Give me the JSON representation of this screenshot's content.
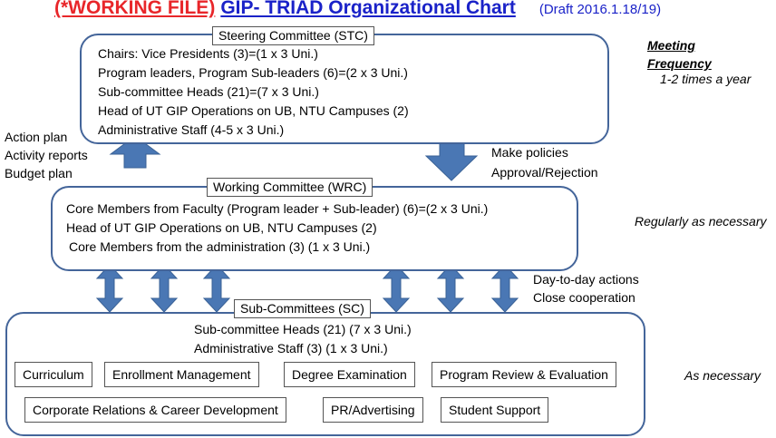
{
  "title": {
    "working": "(*WORKING FILE)",
    "main": "GIP- TRIAD Organizational Chart",
    "draft": "(Draft 2016.1.18/19)"
  },
  "frequency": {
    "heading_line1": "Meeting",
    "heading_line2": "Frequency",
    "stc": "1-2 times a year",
    "wrc": "Regularly as necessary",
    "sc": "As necessary"
  },
  "stc": {
    "label": "Steering Committee (STC)",
    "lines": [
      "Chairs: Vice Presidents (3)=(1 x 3 Uni.)",
      "Program leaders, Program Sub-leaders (6)=(2 x 3 Uni.)",
      "Sub-committee Heads (21)=(7 x 3 Uni.)",
      "Head of UT GIP Operations on UB, NTU Campuses (2)",
      "Administrative Staff (4-5 x 3 Uni.)"
    ]
  },
  "left_notes": [
    "Action plan",
    "Activity reports",
    "Budget plan"
  ],
  "right_notes": [
    "Make policies",
    "Approval/Rejection"
  ],
  "wrc": {
    "label": "Working Committee (WRC)",
    "lines": [
      "Core Members from Faculty (Program leader + Sub-leader) (6)=(2 x 3 Uni.)",
      "Head of UT GIP Operations on UB, NTU Campuses  (2)",
      "Core Members from the administration (3) (1 x 3 Uni.)"
    ]
  },
  "day_notes": [
    "Day-to-day actions",
    "Close cooperation"
  ],
  "sc": {
    "label": "Sub-Committees (SC)",
    "lines": [
      "Sub-committee Heads  (21) (7 x 3 Uni.)",
      "Administrative Staff (3) (1 x 3 Uni.)"
    ],
    "subcommittees": [
      "Curriculum",
      "Enrollment Management",
      "Degree Examination",
      "Program Review & Evaluation",
      "Corporate Relations & Career Development",
      "PR/Advertising",
      "Student Support"
    ]
  },
  "colors": {
    "title_red": "#e8262a",
    "title_blue": "#1a22c8",
    "box_border": "#44659a",
    "arrow_fill": "#4a77b4"
  }
}
